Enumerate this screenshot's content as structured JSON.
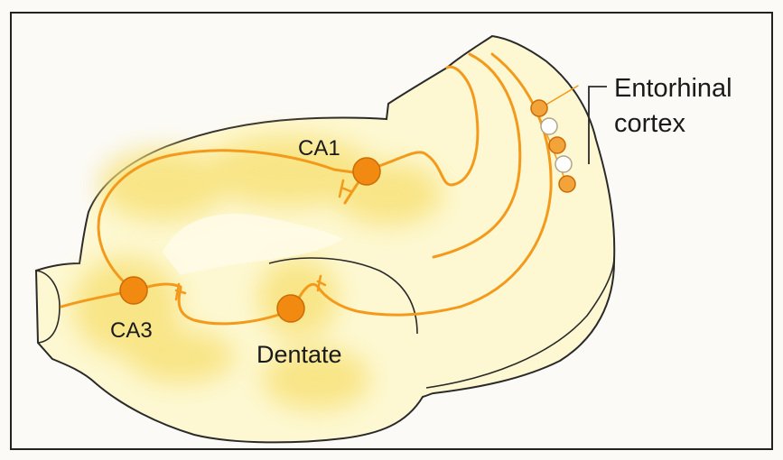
{
  "labels": {
    "ca1": "CA1",
    "ca3": "CA3",
    "dentate": "Dentate",
    "entorhinal_line1": "Entorhinal",
    "entorhinal_line2": "cortex"
  },
  "colors": {
    "frame": "#222222",
    "tissue_fill": "#fdf8d2",
    "tissue_outline": "#2a2a2a",
    "glow": "#f8e27a",
    "pathway": "#f39a1c",
    "neuron_fill": "#f28a12",
    "neuron_outline": "#c96c05",
    "small_cell_fill": "#f2a33a",
    "hollow_cell_fill": "#ffffff",
    "hollow_cell_outline": "#b0a48c"
  }
}
